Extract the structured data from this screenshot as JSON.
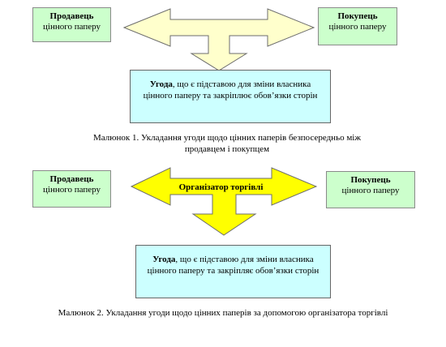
{
  "fig1": {
    "seller_title": "Продавець",
    "seller_sub": "цінного паперу",
    "buyer_title": "Покупець",
    "buyer_sub": "цінного паперу",
    "deal_bold": "Угода",
    "deal_text": ", що є підставою для зміни власника цінного паперу та закріплює обов’язки сторін",
    "caption_line1": "Малюнок 1. Укладання угоди щодо цінних паперів безпосередньо між",
    "caption_line2": "продавцем і покупцем"
  },
  "fig2": {
    "seller_title": "Продавець",
    "seller_sub": "цінного паперу",
    "buyer_title": "Покупець",
    "buyer_sub": "цінного паперу",
    "organizer": "Організатор торгівлі",
    "deal_bold": "Угода",
    "deal_text": ", що є підставою для зміни власника цінного паперу та закріпляє обов’язки сторін",
    "caption": "Малюнок 2. Укладання угоди щодо цінних паперів за допомогою організатора торгівлі"
  },
  "colors": {
    "arrow1": "#ffffcc",
    "arrow2": "#ffff00",
    "party_box": "#ccffcc",
    "deal_box": "#ccffff"
  }
}
